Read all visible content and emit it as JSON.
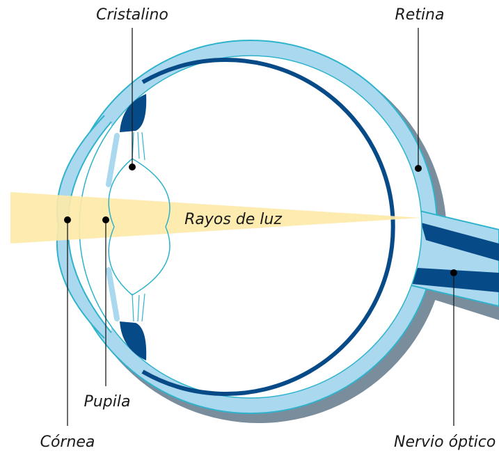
{
  "labels": {
    "cristalino": "Cristalino",
    "retina": "Retina",
    "rayos": "Rayos de luz",
    "pupila": "Pupila",
    "cornea": "Córnea",
    "nervio": "Nervio óptico"
  },
  "colors": {
    "light_blue": "#a9d8ef",
    "dark_blue": "#064a87",
    "teal_outline": "#2fb3cc",
    "shadow": "#7a8d9c",
    "light_beam": "#fde9a9",
    "text": "#1a1a1a"
  }
}
